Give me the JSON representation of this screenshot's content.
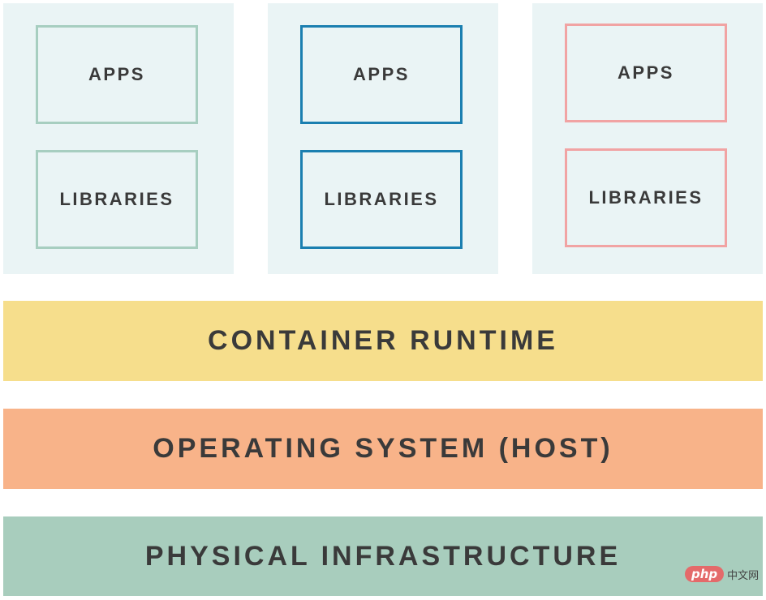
{
  "stacks": [
    {
      "apps": "APPS",
      "libraries": "LIBRARIES",
      "color": "#a7cec0"
    },
    {
      "apps": "APPS",
      "libraries": "LIBRARIES",
      "color": "#1b7fb0"
    },
    {
      "apps": "APPS",
      "libraries": "LIBRARIES",
      "color": "#f1a3a3"
    }
  ],
  "layers": {
    "runtime": "CONTAINER RUNTIME",
    "os": "OPERATING SYSTEM (HOST)",
    "infrastructure": "PHYSICAL INFRASTRUCTURE"
  },
  "colors": {
    "stack_background": "#eaf4f5",
    "runtime": "#f6de8c",
    "os": "#f8b389",
    "infrastructure": "#a8cdbd",
    "text": "#3a3a3a"
  },
  "watermark": {
    "logo": "php",
    "text": "中文网"
  }
}
